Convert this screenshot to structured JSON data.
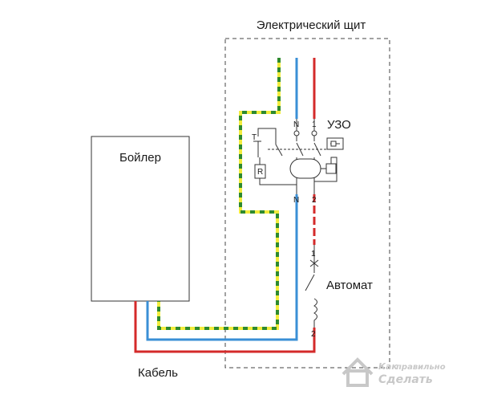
{
  "labels": {
    "panel": "Электрический щит",
    "boiler": "Бойлер",
    "uzo": "УЗО",
    "breaker": "Автомат",
    "cable": "Кабель"
  },
  "terminals": {
    "rcd_n_top": "N",
    "rcd_1_top": "1",
    "rcd_n_bottom": "N",
    "rcd_2_bottom": "2",
    "breaker_1": "1",
    "breaker_2": "2",
    "test_t": "T",
    "resistor_r": "R"
  },
  "watermark": {
    "line1": "Как",
    "line2": "правильно",
    "line3": "Сделать"
  },
  "colors": {
    "phase": "#d42a2a",
    "neutral": "#3a8fd6",
    "ground_yellow": "#f2ec3c",
    "ground_green": "#2e8a2e",
    "device": "#333333"
  }
}
